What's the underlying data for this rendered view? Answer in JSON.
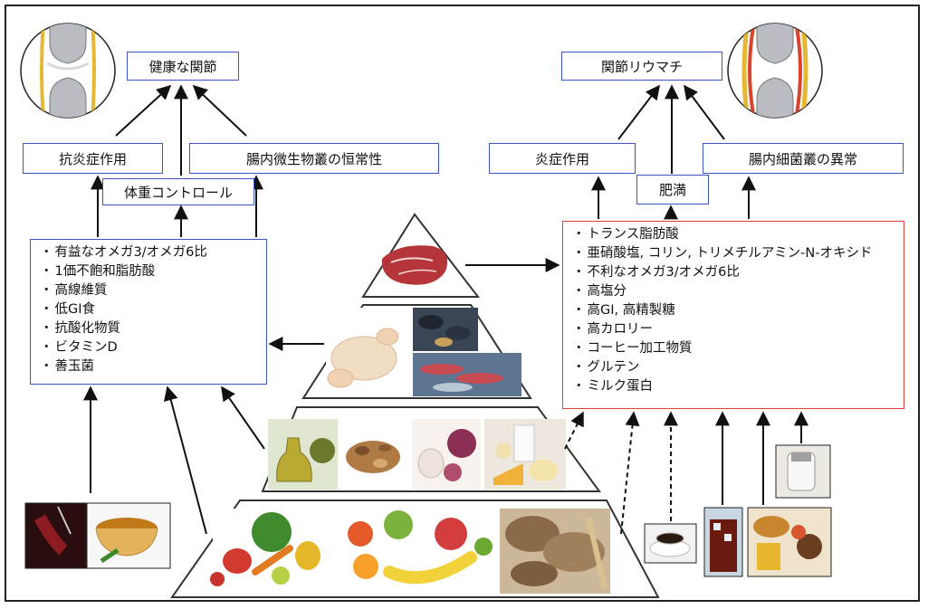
{
  "left": {
    "joint_label": "健康な関節",
    "labels": {
      "anti_inflammatory": "抗炎症作用",
      "weight_control": "体重コントロール",
      "gut_homeostasis": "腸内微生物叢の恒常性"
    },
    "beneficial_factors": [
      "有益なオメガ3/オメガ6比",
      "1価不飽和脂肪酸",
      "高線維質",
      "低GI食",
      "抗酸化物質",
      "ビタミンD",
      "善玉菌"
    ]
  },
  "right": {
    "joint_label": "関節リウマチ",
    "labels": {
      "inflammation": "炎症作用",
      "obesity": "肥満",
      "gut_dysbiosis": "腸内細菌叢の異常"
    },
    "harmful_factors": [
      "トランス脂肪酸",
      "亜硝酸塩, コリン, トリメチルアミン-N-オキシド",
      "不利なオメガ3/オメガ6比",
      "高塩分",
      "高GI, 高精製糖",
      "高カロリー",
      "コーヒー加工物質",
      "グルテン",
      "ミルク蛋白"
    ]
  },
  "pyramid_tiers": [
    "red-meat",
    "poultry-and-seafood",
    "olive-oil-nuts-dairy",
    "vegetables-fruits-grains"
  ],
  "colors": {
    "blue_border": "#3a55c6",
    "red_border": "#e0403a",
    "arrow": "#111111"
  }
}
